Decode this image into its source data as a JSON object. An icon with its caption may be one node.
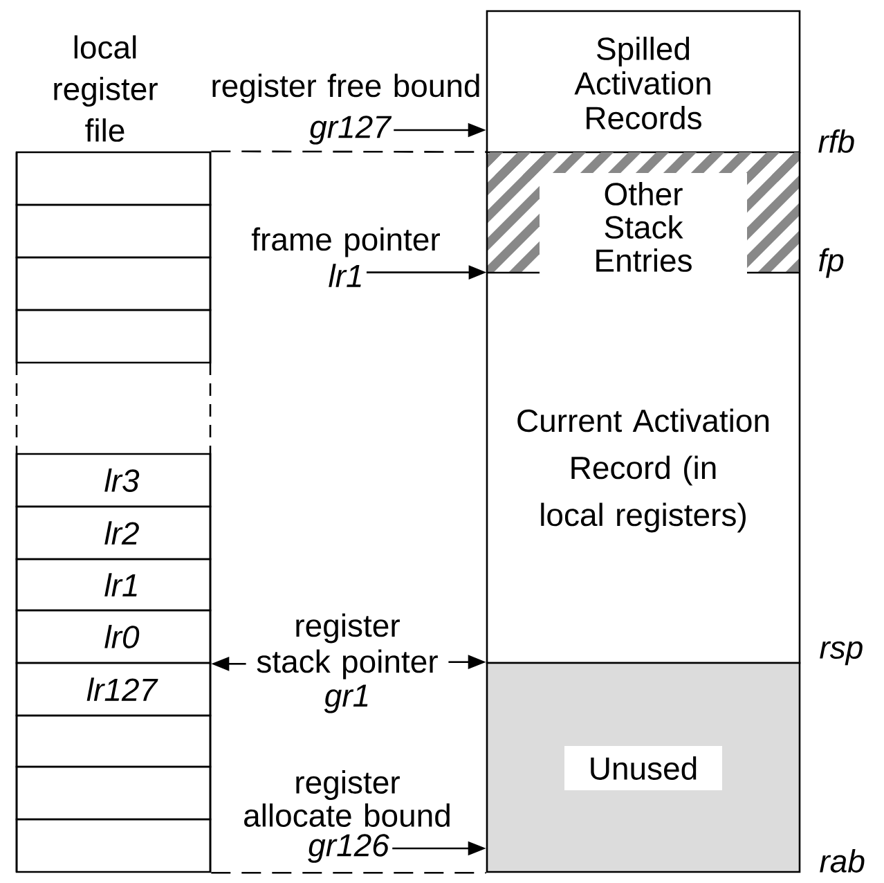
{
  "diagram": {
    "nodes": [
      {
        "text": [
          "local register file"
        ]
      },
      {
        "text": [],
        "shape": "box",
        "in": 0
      },
      {
        "text": [],
        "shape": "box",
        "in": 0
      },
      {
        "text": [],
        "shape": "box",
        "in": 0
      },
      {
        "text": [],
        "shape": "box",
        "in": 0
      },
      {
        "text": [
          "lr3"
        ],
        "in": 0
      },
      {
        "text": [
          "lr2"
        ],
        "in": 0
      },
      {
        "text": [
          "lr1"
        ],
        "in": 0
      },
      {
        "text": [
          "lr0"
        ],
        "in": 0
      },
      {
        "text": [
          "lr127"
        ],
        "in": 0
      },
      {
        "text": [],
        "shape": "box",
        "in": 0
      },
      {
        "text": [],
        "shape": "box",
        "in": 0
      },
      {
        "text": [],
        "shape": "box",
        "in": 0
      },
      {
        "text": [
          "register free bound",
          "gr127"
        ]
      },
      {
        "text": [
          "frame pointer",
          "lr1"
        ]
      },
      {
        "text": [
          "register stack pointer",
          "gr1"
        ]
      },
      {
        "text": [
          "register allocate bound",
          "gr126"
        ]
      },
      {
        "text": [
          "Spilled Activation Records"
        ]
      },
      {
        "text": [
          "Other Stack Entries"
        ]
      },
      {
        "text": [
          "Current Activation Record (in local registers)"
        ]
      },
      {
        "text": [
          "Unused"
        ]
      }
    ],
    "edges": [
      {
        "from": 13,
        "to": 17,
        "arrow": "to"
      },
      {
        "from": 14,
        "to": 19,
        "arrow": "to"
      },
      {
        "from": 15,
        "to": 8,
        "arrow": "to"
      },
      {
        "from": 15,
        "to": 20,
        "arrow": "to"
      },
      {
        "from": 16,
        "to": 20,
        "arrow": "to"
      },
      {
        "from": 1,
        "to": 18,
        "arrow": "none",
        "style": "dashed"
      },
      {
        "from": 12,
        "to": 20,
        "arrow": "none",
        "style": "dashed"
      }
    ],
    "labels": [
      "rfb",
      "fp",
      "rsp",
      "rab"
    ]
  }
}
